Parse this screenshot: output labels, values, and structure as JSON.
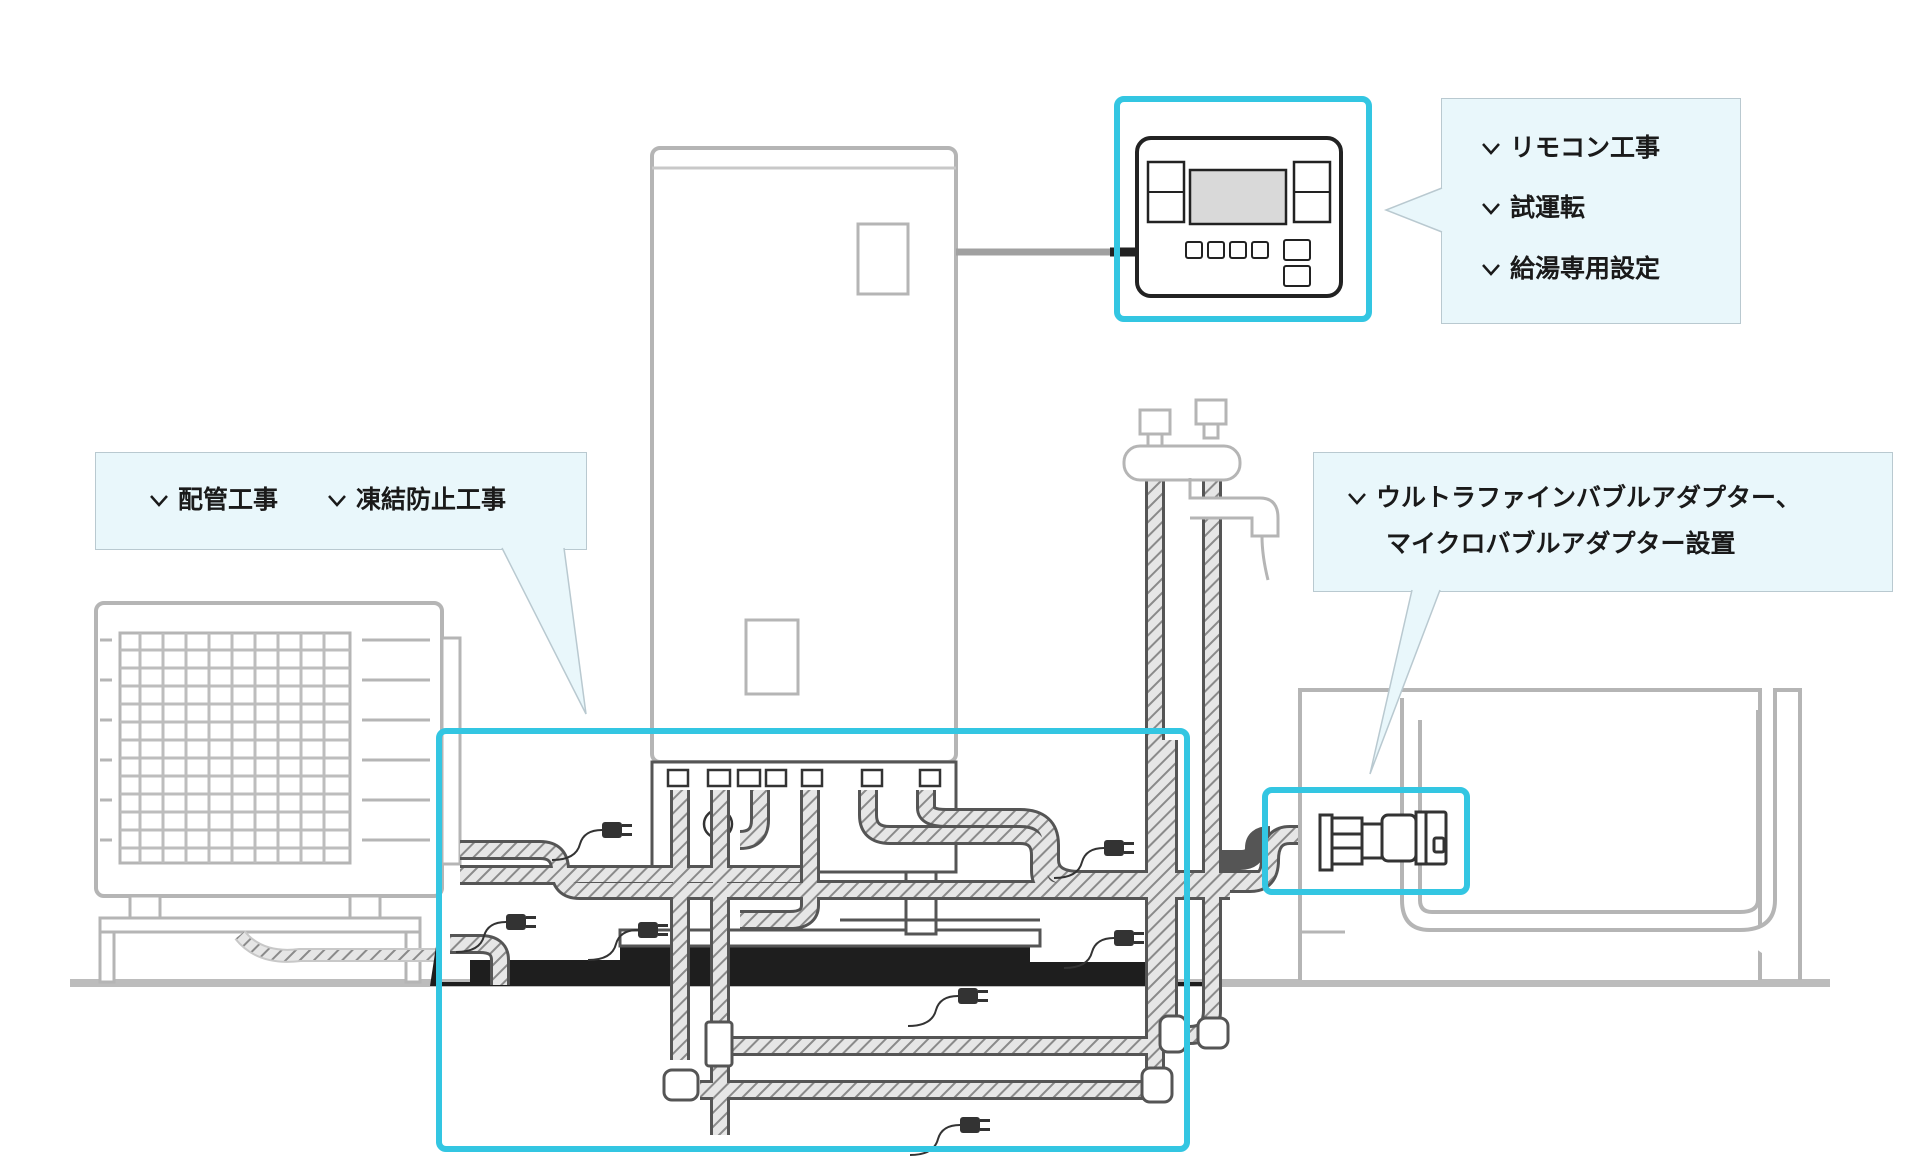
{
  "colors": {
    "highlight": "#33c6e2",
    "callout_bg": "#e9f7fb",
    "callout_border": "#b9c9d0",
    "equipment_line": "#b5b5b5",
    "pipe_hatch": "#8a8a8a",
    "ground": "#222222"
  },
  "icons": [
    "check-chevron-icon",
    "power-plug-icon",
    "remote-controller-icon",
    "faucet-icon",
    "bathtub-icon",
    "heat-pump-unit-icon",
    "water-tank-icon"
  ],
  "callouts": {
    "remote": {
      "items": [
        "リモコン工事",
        "試運転",
        "給湯専用設定"
      ]
    },
    "piping": {
      "items": [
        "配管工事",
        "凍結防止工事"
      ]
    },
    "bubble": {
      "line1": "ウルトラファインバブルアダプター、",
      "line2": "マイクロバブルアダプター設置"
    }
  }
}
